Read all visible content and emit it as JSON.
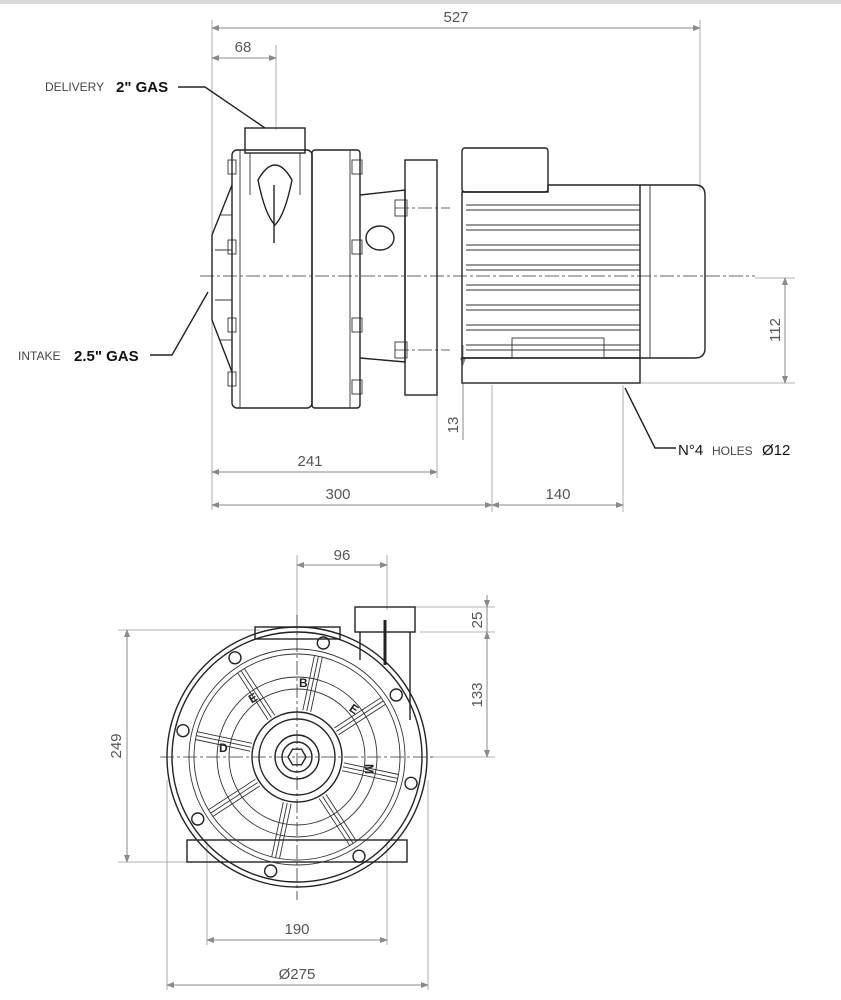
{
  "side_view": {
    "dimensions": {
      "overall_length": "527",
      "delivery_offset": "68",
      "shaft_height": "112",
      "foot_height": "13",
      "flange_distance": "241",
      "foot_hole_distance": "300",
      "foot_hole_spacing": "140"
    },
    "delivery": {
      "label": "DELIVERY",
      "size": "2\" GAS"
    },
    "intake": {
      "label": "INTAKE",
      "size": "2.5\" GAS"
    },
    "holes": {
      "count_label": "N°4",
      "label": "HOLES",
      "diameter": "Ø12"
    }
  },
  "front_view": {
    "dimensions": {
      "delivery_offset": "96",
      "pipe_height": "25",
      "delivery_height": "133",
      "overall_height": "249",
      "foot_width": "190",
      "diameter": "Ø275"
    },
    "logo_letters": [
      "D",
      "E",
      "B",
      "E",
      "M"
    ]
  }
}
